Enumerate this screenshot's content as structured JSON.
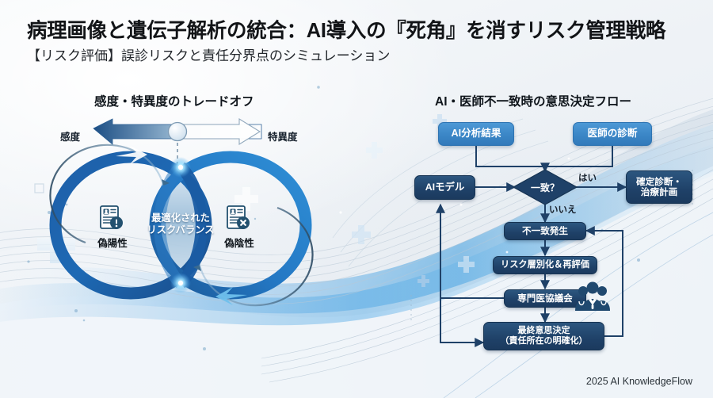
{
  "header": {
    "title": "病理画像と遺伝子解析の統合：AI導入の『死角』を消すリスク管理戦略",
    "subtitle": "【リスク評価】誤診リスクと責任分界点のシミュレーション",
    "footer": "2025 AI KnowledgeFlow"
  },
  "left_panel": {
    "heading": "感度・特異度のトレードオフ",
    "slider": {
      "left_label": "感度",
      "right_label": "特異度"
    },
    "venn": {
      "left_label": "偽陽性",
      "right_label": "偽陰性",
      "center_line1": "最適化された",
      "center_line2": "リスクバランス",
      "left_icon": "document-warning-icon",
      "right_icon": "document-cross-icon"
    }
  },
  "right_panel": {
    "heading": "AI・医師不一致時の意思決定フロー",
    "nodes": [
      {
        "id": "ai-result",
        "label": "AI分析結果",
        "style": "light"
      },
      {
        "id": "doctor-dx",
        "label": "医師の診断",
        "style": "light"
      },
      {
        "id": "ai-model",
        "label": "AIモデル",
        "style": "dark"
      },
      {
        "id": "decision",
        "label": "一致？",
        "style": "diamond"
      },
      {
        "id": "confirmed",
        "label1": "確定診断・",
        "label2": "治療計画",
        "style": "dark"
      },
      {
        "id": "mismatch",
        "label": "不一致発生",
        "style": "dark"
      },
      {
        "id": "stratify",
        "label": "リスク層別化＆再評価",
        "style": "dark"
      },
      {
        "id": "council",
        "label": "専門医協議会",
        "style": "dark",
        "icon": "doctors-group-icon"
      },
      {
        "id": "final",
        "label1": "最終意思決定",
        "label2": "（責任所在の明確化）",
        "style": "dark"
      }
    ],
    "edge_labels": {
      "yes": "はい",
      "no": "いいえ"
    }
  },
  "colors": {
    "accent_dark": "#1f4168",
    "accent_light": "#3b86c6",
    "ring_outer": "#1f5fa8",
    "ring_inner": "#3aa0de",
    "text": "#121417"
  }
}
